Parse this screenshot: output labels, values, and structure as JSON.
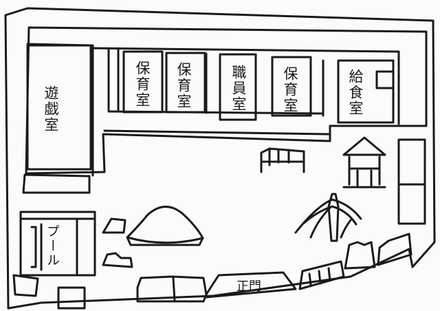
{
  "rooms": {
    "playroom": "遊戯室",
    "nursery_1": "保育室",
    "nursery_2": "保育室",
    "staff_room": "職員室",
    "nursery_3": "保育室",
    "kitchen": "給食室",
    "pool": "プール",
    "main_gate": "正門"
  },
  "colors": {
    "ink": "#1a1a1a",
    "paper": "#fbfbfb"
  }
}
